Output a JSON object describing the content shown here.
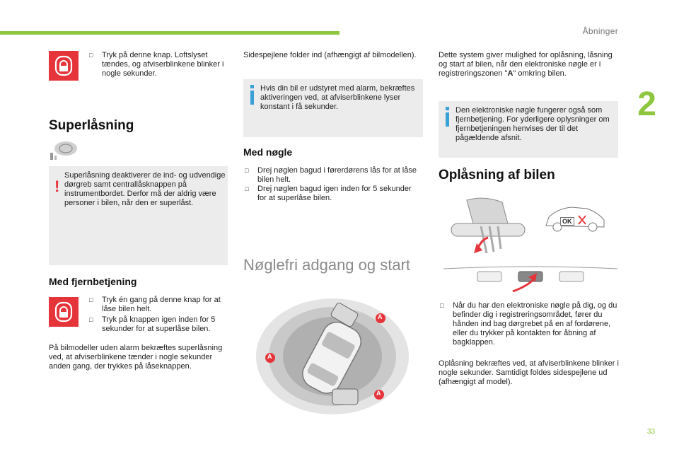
{
  "header": {
    "section_title": "Åbninger",
    "chapter_number": "2",
    "page_number": "33"
  },
  "col1": {
    "remote_intro_bullet": "Tryk på denne knap. Loftslyset tændes, og afviserblinkene blinker i nogle sekunder.",
    "superlock_heading": "Superlåsning",
    "warning_text": "Superlåsning deaktiverer de ind- og udvendige dørgreb samt centrallåsknappen på instrumentbordet. Derfor må der aldrig være personer i bilen, når den er superlåst.",
    "remote_heading": "Med fjernbetjening",
    "remote_bullets": [
      "Tryk én gang på denne knap for at låse bilen helt.",
      "Tryk på knappen igen inden for 5 sekunder for at superlåse bilen."
    ],
    "remote_note": "På bilmodeller uden alarm bekræftes superlåsning ved, at afviserblinkene tænder i nogle sekunder anden gang, der trykkes på låseknappen."
  },
  "col2": {
    "mirrors_text": "Sidespejlene folder ind (afhængigt af bilmodellen).",
    "alarm_info": "Hvis din bil er udstyret med alarm, bekræftes aktiveringen ved, at afviserblinkene lyser konstant i få sekunder.",
    "key_heading": "Med nøgle",
    "key_bullets": [
      "Drej nøglen bagud i førerdørens lås for at låse bilen helt.",
      "Drej nøglen bagud igen inden for 5 sekunder for at superlåse bilen."
    ],
    "keyless_heading": "Nøglefri adgang og start",
    "zone_label": "A"
  },
  "col3": {
    "intro_text_before": "Dette system giver mulighed for oplåsning, låsning og start af bilen, når den elektroniske nøgle er i registreringszonen \"",
    "intro_text_bold": "A",
    "intro_text_after": "\" omkring bilen.",
    "key_info": "Den elektroniske nøgle fungerer også som fjernbetjening. For yderligere oplysninger om fjernbetjeningen henvises der til det pågældende afsnit.",
    "unlock_heading": "Oplåsning af bilen",
    "ok_label": "OK",
    "unlock_bullet": "Når du har den elektroniske nøgle på dig, og du befinder dig i registreringsområdet, fører du hånden ind bag dørgrebet på en af fordørene, eller du trykker på kontakten for åbning af bagklappen.",
    "unlock_note": "Oplåsning bekræftes ved, at afviserblinkene blinker i nogle sekunder. Samtidigt foldes sidespejlene ud (afhængigt af model)."
  },
  "colors": {
    "accent_green": "#8fc63f",
    "lock_red": "#e5343a",
    "info_blue": "#3aa0d8",
    "note_bg": "#ececec"
  }
}
